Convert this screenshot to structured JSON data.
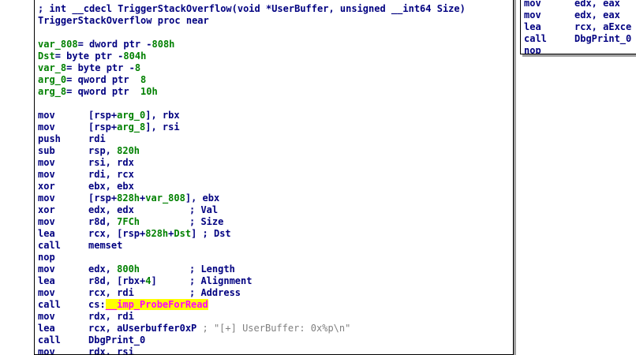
{
  "colors": {
    "mnemonic": "#000080",
    "symbol": "#008000",
    "import_highlight": "#ffff00",
    "import_text": "#ff00ff",
    "string_comment": "#808080"
  },
  "main_block": {
    "header": [
      [
        {
          "t": "; int __cdecl TriggerStackOverflow(void *UserBuffer, unsigned __int64 Size)",
          "c": "head"
        }
      ],
      [
        {
          "t": "TriggerStackOverflow proc near",
          "c": "head"
        }
      ]
    ],
    "vars": [
      [
        {
          "t": "var_808",
          "c": "sym"
        },
        {
          "t": "= dword ptr -",
          "c": "def"
        },
        {
          "t": "808h",
          "c": "num"
        }
      ],
      [
        {
          "t": "Dst",
          "c": "sym"
        },
        {
          "t": "= byte ptr -",
          "c": "def"
        },
        {
          "t": "804h",
          "c": "num"
        }
      ],
      [
        {
          "t": "var_8",
          "c": "sym"
        },
        {
          "t": "= byte ptr -",
          "c": "def"
        },
        {
          "t": "8",
          "c": "num"
        }
      ],
      [
        {
          "t": "arg_0",
          "c": "sym"
        },
        {
          "t": "= qword ptr  ",
          "c": "def"
        },
        {
          "t": "8",
          "c": "num"
        }
      ],
      [
        {
          "t": "arg_8",
          "c": "sym"
        },
        {
          "t": "= qword ptr  ",
          "c": "def"
        },
        {
          "t": "10h",
          "c": "num"
        }
      ]
    ],
    "instructions": [
      {
        "mn": "mov",
        "op": [
          {
            "t": "[rsp+",
            "c": "plain"
          },
          {
            "t": "arg_0",
            "c": "sym"
          },
          {
            "t": "], rbx",
            "c": "plain"
          }
        ]
      },
      {
        "mn": "mov",
        "op": [
          {
            "t": "[rsp+",
            "c": "plain"
          },
          {
            "t": "arg_8",
            "c": "sym"
          },
          {
            "t": "], rsi",
            "c": "plain"
          }
        ]
      },
      {
        "mn": "push",
        "op": [
          {
            "t": "rdi",
            "c": "plain"
          }
        ]
      },
      {
        "mn": "sub",
        "op": [
          {
            "t": "rsp, ",
            "c": "plain"
          },
          {
            "t": "820h",
            "c": "num"
          }
        ]
      },
      {
        "mn": "mov",
        "op": [
          {
            "t": "rsi, rdx",
            "c": "plain"
          }
        ]
      },
      {
        "mn": "mov",
        "op": [
          {
            "t": "rdi, rcx",
            "c": "plain"
          }
        ]
      },
      {
        "mn": "xor",
        "op": [
          {
            "t": "ebx, ebx",
            "c": "plain"
          }
        ]
      },
      {
        "mn": "mov",
        "op": [
          {
            "t": "[rsp+",
            "c": "plain"
          },
          {
            "t": "828h",
            "c": "num"
          },
          {
            "t": "+",
            "c": "plain"
          },
          {
            "t": "var_808",
            "c": "sym"
          },
          {
            "t": "], ebx",
            "c": "plain"
          }
        ]
      },
      {
        "mn": "xor",
        "op": [
          {
            "t": "edx, edx",
            "c": "plain"
          }
        ],
        "cm": "; Val"
      },
      {
        "mn": "mov",
        "op": [
          {
            "t": "r8d, ",
            "c": "plain"
          },
          {
            "t": "7FCh",
            "c": "num"
          }
        ],
        "cm": "; Size"
      },
      {
        "mn": "lea",
        "op": [
          {
            "t": "rcx, [rsp+",
            "c": "plain"
          },
          {
            "t": "828h",
            "c": "num"
          },
          {
            "t": "+",
            "c": "plain"
          },
          {
            "t": "Dst",
            "c": "sym"
          },
          {
            "t": "] ",
            "c": "plain"
          },
          {
            "t": "; Dst",
            "c": "cm"
          }
        ]
      },
      {
        "mn": "call",
        "op": [
          {
            "t": "memset",
            "c": "plain"
          }
        ]
      },
      {
        "mn": "nop",
        "op": []
      },
      {
        "mn": "mov",
        "op": [
          {
            "t": "edx, ",
            "c": "plain"
          },
          {
            "t": "800h",
            "c": "num"
          }
        ],
        "cm": "; Length"
      },
      {
        "mn": "lea",
        "op": [
          {
            "t": "r8d, [rbx+",
            "c": "plain"
          },
          {
            "t": "4",
            "c": "num"
          },
          {
            "t": "]",
            "c": "plain"
          }
        ],
        "cm": "; Alignment"
      },
      {
        "mn": "mov",
        "op": [
          {
            "t": "rcx, rdi",
            "c": "plain"
          }
        ],
        "cm": "; Address"
      },
      {
        "mn": "call",
        "op": [
          {
            "t": "cs:",
            "c": "plain"
          },
          {
            "t": "__imp_ProbeForRead",
            "c": "imp"
          }
        ]
      },
      {
        "mn": "mov",
        "op": [
          {
            "t": "rdx, rdi",
            "c": "plain"
          }
        ]
      },
      {
        "mn": "lea",
        "op": [
          {
            "t": "rcx, aUserbuffer0xP ",
            "c": "plain"
          },
          {
            "t": "; \"[+] UserBuffer: 0x%p\\n\"",
            "c": "str"
          }
        ]
      },
      {
        "mn": "call",
        "op": [
          {
            "t": "DbgPrint_0",
            "c": "plain"
          }
        ]
      },
      {
        "mn": "mov",
        "op": [
          {
            "t": "rdx, rsi",
            "c": "plain"
          }
        ]
      }
    ]
  },
  "side_block": {
    "instructions": [
      {
        "mn": "mov",
        "op": [
          {
            "t": "edx, eax",
            "c": "plain"
          }
        ]
      },
      {
        "mn": "mov",
        "op": [
          {
            "t": "edx, eax",
            "c": "plain"
          }
        ]
      },
      {
        "mn": "lea",
        "op": [
          {
            "t": "rcx, aExce",
            "c": "plain"
          }
        ]
      },
      {
        "mn": "call",
        "op": [
          {
            "t": "DbgPrint_0",
            "c": "plain"
          }
        ]
      },
      {
        "mn": "nop",
        "op": []
      }
    ]
  }
}
